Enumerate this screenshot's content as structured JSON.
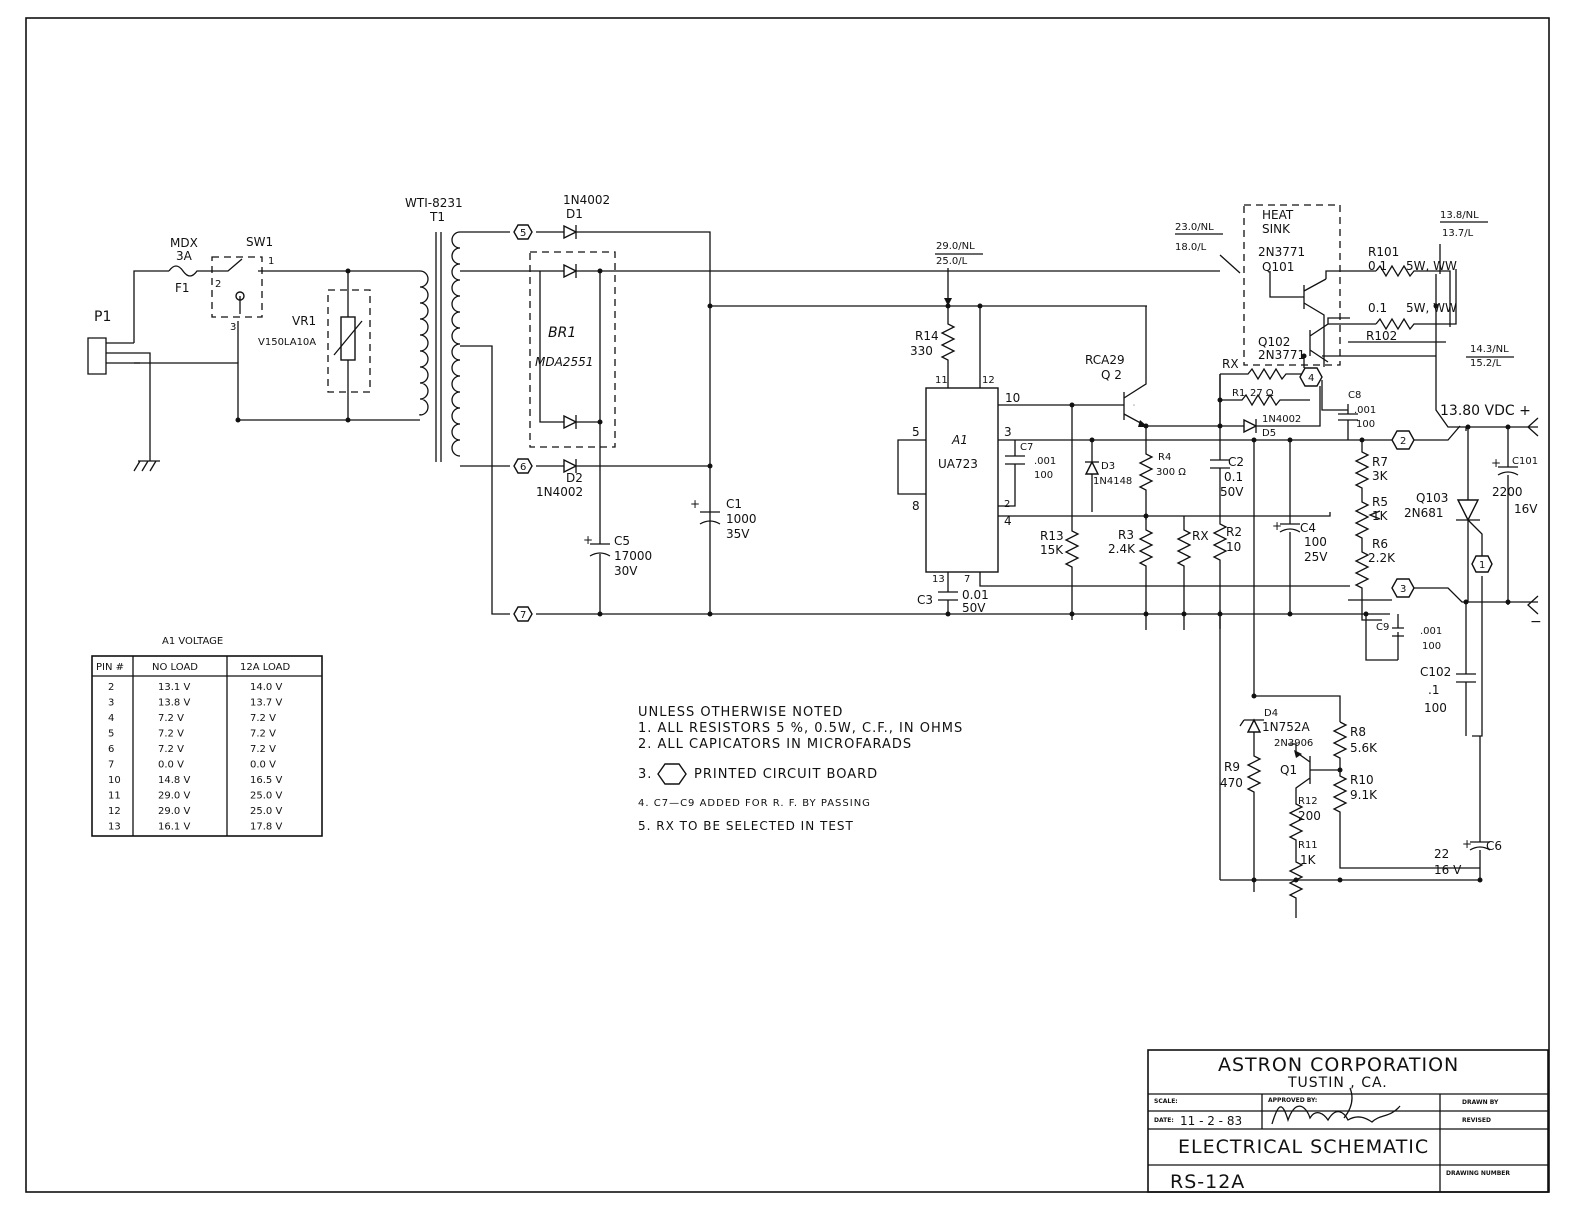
{
  "title_block": {
    "company": "ASTRON CORPORATION",
    "city": "TUSTIN , CA.",
    "scale_label": "SCALE:",
    "approved_label": "APPROVED BY:",
    "drawn_label": "DRAWN BY",
    "date_label": "DATE:",
    "date_value": "11 - 2 - 83",
    "revised_label": "REVISED",
    "drawing_title": "ELECTRICAL SCHEMATIC",
    "model": "RS-12A",
    "drawing_number_label": "DRAWING NUMBER"
  },
  "notes": {
    "header": "UNLESS OTHERWISE NOTED",
    "n1": "1. ALL RESISTORS 5 %, 0.5W, C.F., IN OHMS",
    "n2": "2. ALL CAPICATORS IN MICROFARADS",
    "n3_num": "3.",
    "n3": "PRINTED CIRCUIT BOARD",
    "n4": "4. C7—C9 ADDED FOR R. F. BY PASSING",
    "n5": "5. RX TO BE SELECTED IN TEST"
  },
  "voltage_table": {
    "title": "A1 VOLTAGE",
    "headers": [
      "PIN #",
      "NO LOAD",
      "12A LOAD"
    ],
    "rows": [
      [
        "2",
        "13.1 V",
        "14.0 V"
      ],
      [
        "3",
        "13.8 V",
        "13.7 V"
      ],
      [
        "4",
        "7.2 V",
        "7.2 V"
      ],
      [
        "5",
        "7.2 V",
        "7.2 V"
      ],
      [
        "6",
        "7.2 V",
        "7.2 V"
      ],
      [
        "7",
        "0.0 V",
        "0.0 V"
      ],
      [
        "10",
        "14.8 V",
        "16.5 V"
      ],
      [
        "11",
        "29.0 V",
        "25.0 V"
      ],
      [
        "12",
        "29.0 V",
        "25.0 V"
      ],
      [
        "13",
        "16.1 V",
        "17.8 V"
      ]
    ]
  },
  "labels": {
    "p1": "P1",
    "f1_type": "MDX",
    "f1_rating": "3A",
    "f1": "F1",
    "sw1": "SW1",
    "sw_pin1": "1",
    "sw_pin2": "2",
    "sw_pin3": "3",
    "vr1": "VR1",
    "vr1_part": "V150LA10A",
    "t1_part": "WTI-8231",
    "t1": "T1",
    "d1": "D1",
    "d1_part": "1N4002",
    "d2": "D2",
    "d2_part": "1N4002",
    "br1": "BR1",
    "br1_part": "MDA2551",
    "c5": "C5",
    "c5_val": "17000",
    "c5_v": "30V",
    "c1": "C1",
    "c1_val": "1000",
    "c1_v": "35V",
    "v_in_top": "29.0/NL",
    "v_in_bot": "25.0/L",
    "r14": "R14",
    "r14_val": "330",
    "a1": "A1",
    "a1_part": "UA723",
    "pin11": "11",
    "pin12": "12",
    "pin10": "10",
    "pin5": "5",
    "pin3": "3",
    "pin8": "8",
    "pin2": "2",
    "pin4": "4",
    "pin13": "13",
    "pin7": "7",
    "c7": "C7",
    "c7_val": ".001",
    "c7_v": "100",
    "c3": "C3",
    "c3_val": "0.01",
    "c3_v": "50V",
    "q2_part": "RCA29",
    "q2": "Q 2",
    "d3": "D3",
    "d3_part": "1N4148",
    "r4": "R4",
    "r4_val": "300 Ω",
    "r13": "R13",
    "r13_val": "15K",
    "r3": "R3",
    "r3_val": "2.4K",
    "rx": "RX",
    "r2": "R2",
    "r2_val": "10",
    "c2": "C2",
    "c2_val": "0.1",
    "c2_v": "50V",
    "c4": "C4",
    "c4_val": "100",
    "c4_v": "25V",
    "r1": "R1",
    "r1_val": "27 Ω",
    "d5_part": "1N4002",
    "d5": "D5",
    "heat_sink": "HEAT",
    "heat_sink2": "SINK",
    "q101_part": "2N3771",
    "q101": "Q101",
    "q102": "Q102",
    "q102_part": "2N3771",
    "v_q101_top": "23.0/NL",
    "v_q101_bot": "18.0/L",
    "r101": "R101",
    "r101_val": "0.1",
    "r101_rating": "5W, WW",
    "r102": "R102",
    "r102_val": "0.1",
    "r102_rating": "5W, WW",
    "v_out_top": "13.8/NL",
    "v_out_bot": "13.7/L",
    "v_q102_top": "14.3/NL",
    "v_q102_bot": "15.2/L",
    "c8": "C8",
    "c8_val": ".001",
    "c8_v": "100",
    "out_voltage": "13.80 VDC +",
    "out_minus": "−",
    "r7": "R7",
    "r7_val": "3K",
    "r5": "R5",
    "r5_val": "1K",
    "r6": "R6",
    "r6_val": "2.2K",
    "c101": "C101",
    "c101_val": "2200",
    "c101_v": "16V",
    "q103": "Q103",
    "q103_part": "2N681",
    "c9": "C9",
    "c9_val": ".001",
    "c9_v": "100",
    "c102": "C102",
    "c102_val": ".1",
    "c102_v": "100",
    "d4": "D4",
    "d4_part": "1N752A",
    "q1": "Q1",
    "q1_part": "2N3906",
    "r8": "R8",
    "r8_val": "5.6K",
    "r9": "R9",
    "r9_val": "470",
    "r10": "R10",
    "r10_val": "9.1K",
    "r12": "R12",
    "r12_val": "200",
    "r11": "R11",
    "r11_val": "1K",
    "c6": "C6",
    "c6_val": "22",
    "c6_v": "16 V",
    "plus": "+"
  },
  "pcb_points": [
    "5",
    "6",
    "7",
    "4",
    "2",
    "3",
    "1"
  ]
}
